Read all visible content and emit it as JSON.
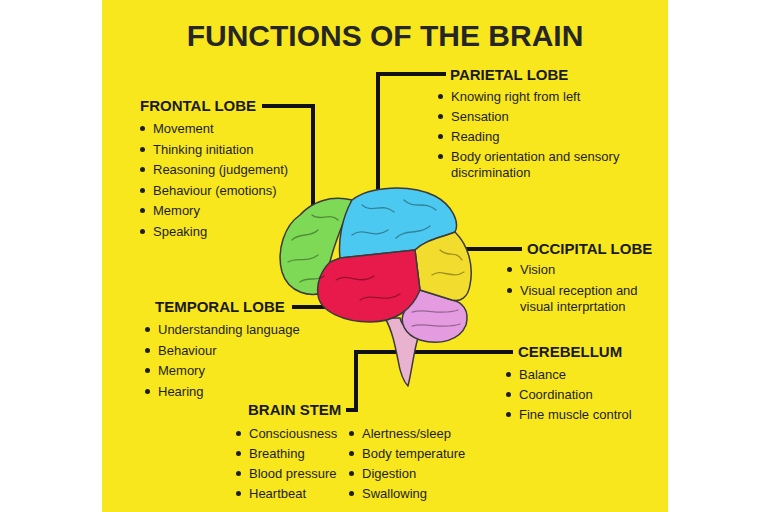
{
  "diagram": {
    "title": "FUNCTIONS OF THE BRAIN",
    "labels": [
      "FRONTAL LOBE",
      "Movement",
      "Thinking initiation",
      "Reasoning (judgement)",
      "Behaviour (emotions)",
      "Memory",
      "Speaking",
      "PARIETAL LOBE",
      "Knowing right from left",
      "Sensation",
      "Reading",
      "Body orientation and sensory discrimination",
      "OCCIPITAL LOBE",
      "Vision",
      "Visual reception and visual interprtation",
      "TEMPORAL LOBE",
      "Understanding language",
      "Behaviour",
      "Memory",
      "Hearing",
      "CEREBELLUM",
      "Balance",
      "Coordination",
      "Fine muscle control",
      "BRAIN STEM",
      "Consciousness",
      "Breathing",
      "Blood pressure",
      "Heartbeat",
      "Alertness/sleep",
      "Body temperature",
      "Digestion",
      "Swallowing"
    ]
  }
}
